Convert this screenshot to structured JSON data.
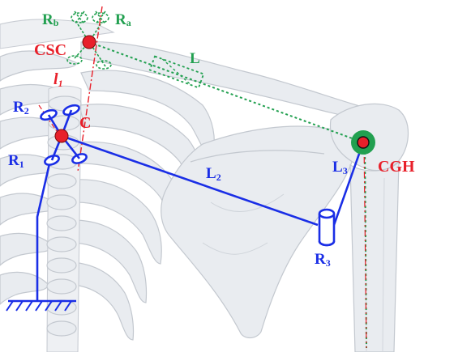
{
  "labels": {
    "rb": {
      "main": "R",
      "sub": "b"
    },
    "ra": {
      "main": "R",
      "sub": "a"
    },
    "csc": "CSC",
    "l": "L",
    "l1": {
      "main": "l",
      "sub": "1"
    },
    "r2": {
      "main": "R",
      "sub": "2"
    },
    "c": "C",
    "r1": {
      "main": "R",
      "sub": "1"
    },
    "l2": {
      "main": "L",
      "sub": "2"
    },
    "l3": {
      "main": "L",
      "sub": "3"
    },
    "cgh": "CGH",
    "r3": {
      "main": "R",
      "sub": "3"
    }
  },
  "colors": {
    "joint_red": "#e8202a",
    "link_blue": "#1a2ee6",
    "constraint_green": "#22a050",
    "bone": "#e9ecf0"
  }
}
